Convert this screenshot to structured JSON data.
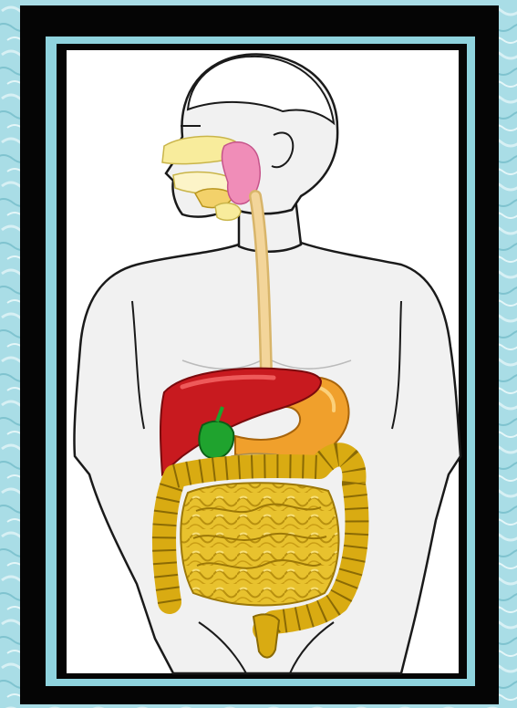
{
  "colors": {
    "background_water": "#a9dde6",
    "background_ripple": "#d7f0f4",
    "frame": "#050505",
    "mat": "#8fd3de",
    "panel": "#ffffff",
    "skin": "#f1f1f1",
    "outline": "#1a1a1a",
    "liver": "#c81a1f",
    "liver_highlight": "#ee5a5a",
    "stomach": "#f0a02c",
    "stomach_highlight": "#fbd07a",
    "gallbladder": "#1fa32e",
    "pancreas": "#e9d19a",
    "intestine": "#e8c22e",
    "intestine_highlight": "#f8e07a",
    "colon": "#d9ab12",
    "esophagus": "#f3d59a",
    "salivary_gland": "#f08db8",
    "nasal_cavity": "#f8ec9c"
  },
  "diagram": {
    "subject": "human-digestive-system",
    "organs": [
      {
        "id": "nasal-cavity",
        "icon": "nasal-cavity-shape"
      },
      {
        "id": "salivary-gland",
        "icon": "salivary-gland-shape"
      },
      {
        "id": "tongue",
        "icon": "tongue-shape"
      },
      {
        "id": "esophagus",
        "icon": "esophagus-tube"
      },
      {
        "id": "liver",
        "icon": "liver-shape"
      },
      {
        "id": "gallbladder",
        "icon": "gallbladder-shape"
      },
      {
        "id": "stomach",
        "icon": "stomach-shape"
      },
      {
        "id": "pancreas",
        "icon": "pancreas-shape"
      },
      {
        "id": "small-intestine",
        "icon": "small-intestine-coils"
      },
      {
        "id": "large-intestine",
        "icon": "large-intestine-loop"
      },
      {
        "id": "rectum",
        "icon": "rectum-shape"
      }
    ]
  }
}
